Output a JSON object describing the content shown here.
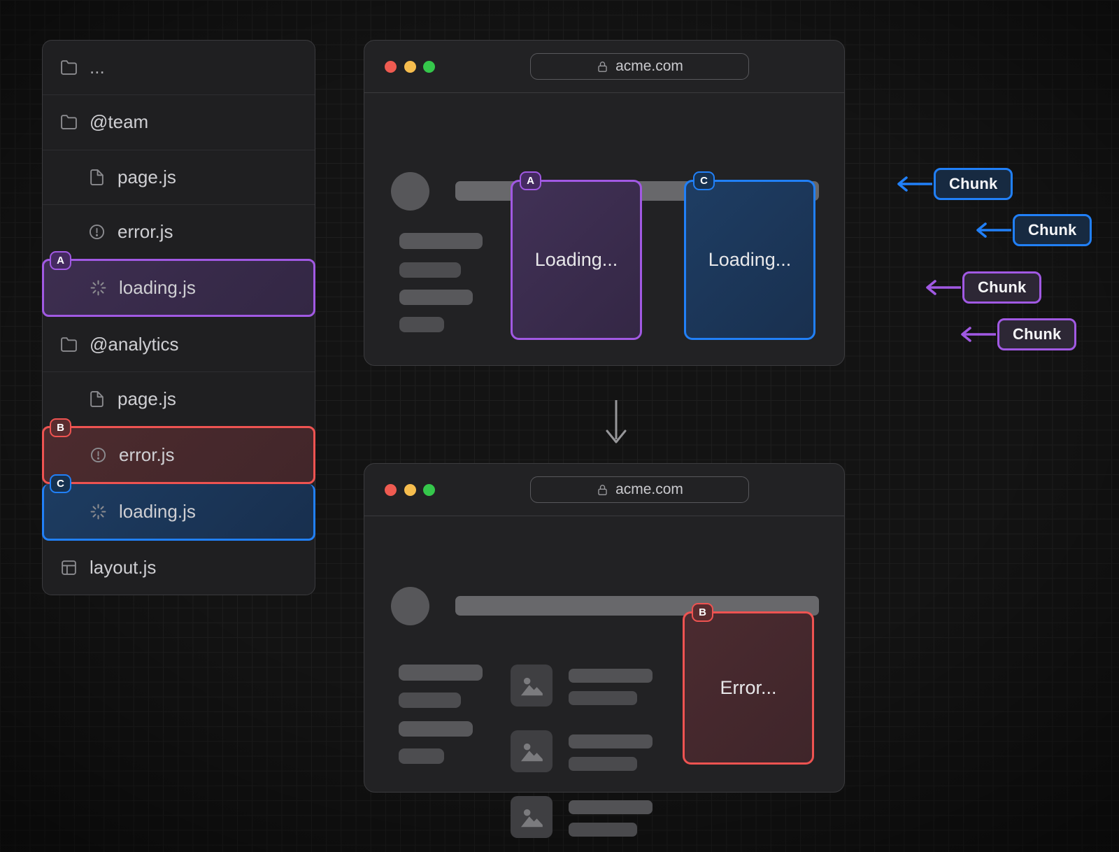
{
  "file_tree": {
    "items": [
      {
        "label": "...",
        "icon": "folder-icon"
      },
      {
        "label": "@team",
        "icon": "folder-icon"
      },
      {
        "label": "page.js",
        "icon": "file-icon"
      },
      {
        "label": "error.js",
        "icon": "alert-icon"
      },
      {
        "label": "loading.js",
        "icon": "spinner-icon",
        "badge": "A",
        "highlight": "purple"
      },
      {
        "label": "@analytics",
        "icon": "folder-icon"
      },
      {
        "label": "page.js",
        "icon": "file-icon"
      },
      {
        "label": "error.js",
        "icon": "alert-icon",
        "badge": "B",
        "highlight": "red"
      },
      {
        "label": "loading.js",
        "icon": "spinner-icon",
        "badge": "C",
        "highlight": "blue"
      },
      {
        "label": "layout.js",
        "icon": "layout-icon"
      }
    ]
  },
  "windows": {
    "top": {
      "url": "acme.com",
      "cards": [
        {
          "badge": "A",
          "label": "Loading...",
          "color": "purple"
        },
        {
          "badge": "C",
          "label": "Loading...",
          "color": "blue"
        }
      ]
    },
    "bottom": {
      "url": "acme.com",
      "card": {
        "badge": "B",
        "label": "Error...",
        "color": "red"
      }
    }
  },
  "chunks": [
    {
      "label": "Chunk",
      "color": "blue"
    },
    {
      "label": "Chunk",
      "color": "blue"
    },
    {
      "label": "Chunk",
      "color": "purple"
    },
    {
      "label": "Chunk",
      "color": "purple"
    }
  ],
  "colors": {
    "accent_purple": "#a159e3",
    "accent_blue": "#2180f8",
    "accent_red": "#ee5351",
    "traffic_red": "#ef5b51",
    "traffic_yellow": "#f6bd4e",
    "traffic_green": "#35c74b"
  }
}
